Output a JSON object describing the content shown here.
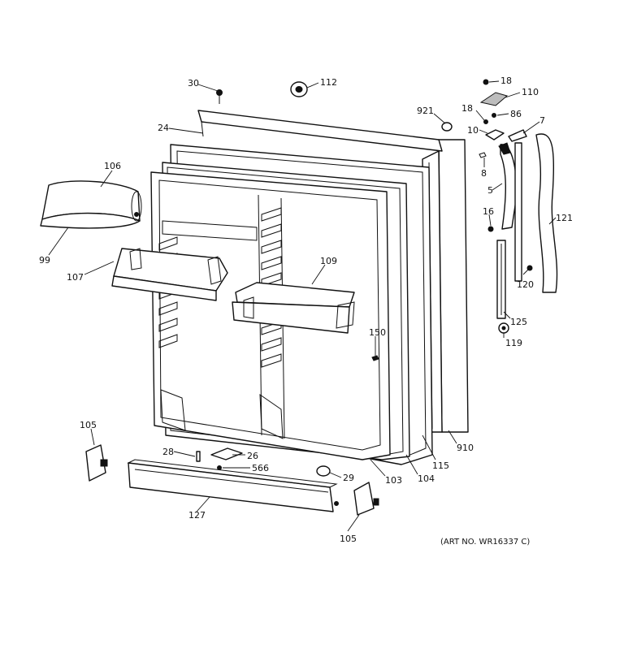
{
  "art_number": "(ART NO. WR16337 C)",
  "callouts": [
    {
      "id": "30",
      "text": "30"
    },
    {
      "id": "112",
      "text": "112"
    },
    {
      "id": "921",
      "text": "921"
    },
    {
      "id": "18a",
      "text": "18"
    },
    {
      "id": "110",
      "text": "110"
    },
    {
      "id": "18b",
      "text": "18"
    },
    {
      "id": "86",
      "text": "86"
    },
    {
      "id": "10",
      "text": "10"
    },
    {
      "id": "7",
      "text": "7"
    },
    {
      "id": "24",
      "text": "24"
    },
    {
      "id": "106",
      "text": "106"
    },
    {
      "id": "8",
      "text": "8"
    },
    {
      "id": "5",
      "text": "5"
    },
    {
      "id": "16",
      "text": "16"
    },
    {
      "id": "121",
      "text": "121"
    },
    {
      "id": "99",
      "text": "99"
    },
    {
      "id": "107",
      "text": "107"
    },
    {
      "id": "109",
      "text": "109"
    },
    {
      "id": "120",
      "text": "120"
    },
    {
      "id": "125",
      "text": "125"
    },
    {
      "id": "150",
      "text": "150"
    },
    {
      "id": "119",
      "text": "119"
    },
    {
      "id": "105a",
      "text": "105"
    },
    {
      "id": "910",
      "text": "910"
    },
    {
      "id": "28",
      "text": "28"
    },
    {
      "id": "26",
      "text": "26"
    },
    {
      "id": "566",
      "text": "566"
    },
    {
      "id": "115",
      "text": "115"
    },
    {
      "id": "29",
      "text": "29"
    },
    {
      "id": "103",
      "text": "103"
    },
    {
      "id": "104",
      "text": "104"
    },
    {
      "id": "127",
      "text": "127"
    },
    {
      "id": "105b",
      "text": "105"
    }
  ]
}
